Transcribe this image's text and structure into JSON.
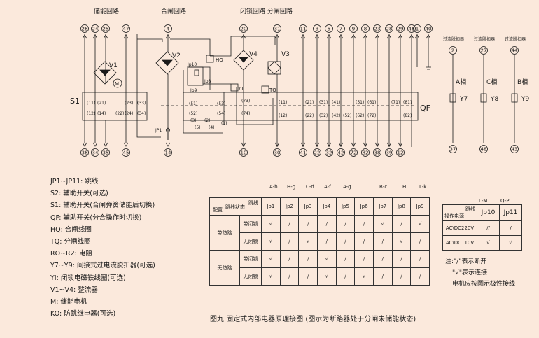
{
  "section_titles": {
    "storage": "储能回路",
    "close": "合闸回路",
    "lock_open": "闭锁回路  分闸回路"
  },
  "terminals_top": [
    "26",
    "24",
    "25",
    "47",
    "4",
    "20",
    "31",
    "11",
    "3",
    "5",
    "7",
    "9",
    "8",
    "23",
    "28",
    "29",
    "46",
    "1",
    "40"
  ],
  "terminals_bottom": [
    "36",
    "34",
    "35",
    "45",
    "14",
    "10",
    "30",
    "41",
    "22",
    "32",
    "42",
    "72",
    "82",
    "38",
    "39",
    "12"
  ],
  "components": {
    "V1": "V1",
    "M": "M",
    "V2": "V2",
    "HQ": "HQ",
    "V4": "V4",
    "V3": "V3",
    "Y1": "Y1",
    "TQ": "TQ",
    "S1": "S1",
    "QF": "QF",
    "JP1": "JP1",
    "Jp9": "Jp9",
    "Jp10": "Jp10",
    "Jp8": "Jp8"
  },
  "s1_contacts": [
    "(11)",
    "(21)",
    "(23)",
    "(33)",
    "(12)",
    "(14)",
    "(22)",
    "(24)",
    "(34)"
  ],
  "qf_contacts_top": [
    "(11)",
    "(21)",
    "(31)",
    "(41)",
    "(51)",
    "(61)",
    "(71)",
    "(81)"
  ],
  "qf_contacts_bot": [
    "(12)",
    "(22)",
    "(32)",
    "(42)",
    "(52)",
    "(62)",
    "(72)",
    "(82)"
  ],
  "mid_contacts": [
    "(51)",
    "(53)",
    "(73)",
    "(74)",
    "(52)",
    "(54)",
    "(3)",
    "(2)",
    "(5)",
    "(4)",
    "(1)"
  ],
  "overcurrent": {
    "label": "过流脱扣器",
    "phases": [
      {
        "top": "2",
        "phase": "A相",
        "coil": "Y7",
        "bottom": "37"
      },
      {
        "top": "27",
        "phase": "C相",
        "coil": "Y8",
        "bottom": "48"
      },
      {
        "top": "44",
        "phase": "B相",
        "coil": "Y9",
        "bottom": "43"
      }
    ]
  },
  "legend": [
    "JP1~JP11: 跳线",
    "S2: 辅助开关(可选)",
    "S1: 辅助开关(合闸弹簧储能后切换)",
    "QF: 辅助开关(分合操作时切换)",
    "HQ: 合闸线圈",
    "TQ: 分闸线圈",
    "RO~R2: 电阻",
    "Y7~Y9: 间接式过电流脱扣器(可选)",
    "YI: 闭锁电磁铁线圈(可选)",
    "V1~V4: 整流器",
    "M: 储能电机",
    "KO: 防跳继电器(可选)"
  ],
  "jp_table": {
    "col_heads_top": [
      "A-b",
      "H-g",
      "C-d",
      "A-f",
      "A-g",
      "B-c",
      "H",
      "L-k"
    ],
    "corner": {
      "a": "跳线",
      "b": "跳线状态",
      "c": "配置"
    },
    "jp": [
      "Jp1",
      "Jp2",
      "Jp3",
      "Jp4",
      "Jp5",
      "Jp6",
      "Jp7",
      "Jp8",
      "Jp9"
    ],
    "groups": [
      {
        "name": "带防跳",
        "rows": [
          {
            "sub": "带闭锁",
            "cells": [
              "√",
              "/",
              "/",
              "/",
              "/",
              "/",
              "√",
              "/",
              "√"
            ]
          },
          {
            "sub": "无闭锁",
            "cells": [
              "√",
              "/",
              "√",
              "/",
              "/",
              "/",
              "/",
              "√",
              "/"
            ]
          }
        ]
      },
      {
        "name": "无防跳",
        "rows": [
          {
            "sub": "带闭锁",
            "cells": [
              "√",
              "/",
              "/",
              "√",
              "/",
              "/",
              "/",
              "/",
              "/"
            ]
          },
          {
            "sub": "无闭锁",
            "cells": [
              "√",
              "/",
              "/",
              "√",
              "/",
              "√",
              "/",
              "/",
              "/"
            ]
          }
        ]
      }
    ]
  },
  "volt_table": {
    "col_heads_top": [
      "L-M",
      "Q-P"
    ],
    "corner": {
      "a": "跳线",
      "b": "操作电源"
    },
    "jp": [
      "Jp10",
      "Jp11"
    ],
    "rows": [
      {
        "label": "AC\\DC220V",
        "cells": [
          "//",
          "/"
        ]
      },
      {
        "label": "AC\\DC110V",
        "cells": [
          "√",
          "√"
        ]
      }
    ]
  },
  "notes": [
    "注:\"/\"表示断开",
    "\"√\"表示连接",
    "电机应按图示极性接线"
  ],
  "caption": "图九 固定式内部电器原理接图 (图示为断路器处于分闸未储能状态)"
}
